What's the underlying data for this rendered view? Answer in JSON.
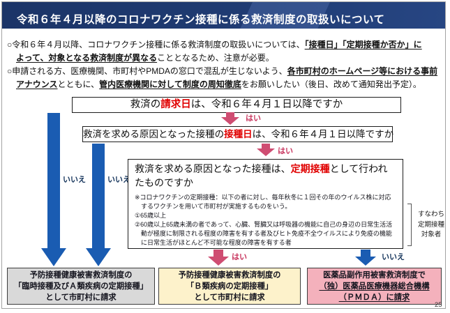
{
  "header": {
    "title": "令和６年４月以降のコロナワクチン接種に係る救済制度の取扱いについて"
  },
  "intro": {
    "p1_l1_a": "○令和６年４月以降、コロナワクチン接種に係る救済制度の取扱いについては、",
    "p1_l1_b": "「接種日」「定期接種か否か」に",
    "p1_l2_a": "よって、対象となる救済制度が異なる",
    "p1_l2_b": "こととなるため、注意が必要。",
    "p2_l1_a": "○申請される方、医療機関、市町村やPMDAの窓口で混乱が生じないよう、",
    "p2_l1_b": "各市町村のホームページ等における事前",
    "p2_l2_a": "アナウンス",
    "p2_l2_b": "とともに、",
    "p2_l2_c": "管内医療機関に対して制度の周知徹底",
    "p2_l2_d": "をお願いしたい（後日、改めて通知発出予定）。"
  },
  "flow": {
    "q1": {
      "a": "救済の",
      "em": "請求日",
      "b": "は、令和６年４月１日以降ですか"
    },
    "q2": {
      "a": "救済を求める原因となった接種の",
      "em": "接種日",
      "b": "は、令和６年４月１日以降ですか"
    },
    "q3": {
      "a": "救済を求める原因となった接種は、",
      "em": "定期接種",
      "b": "として行われたものですか"
    },
    "q3_notes": [
      "※コロナワクチンの定期接種：以下の者に対し、毎年秋冬に１回その年のウイルス株に対応するワクチンを用いて市町村が実施するものをいう。",
      "①65歳以上",
      "②60歳以上65歳未満の者であって、心臓、腎臓又は呼吸器の機能に自己の身辺の日常生活活動が極度に制限される程度の障害を有する者及びヒト免疫不全ウイルスにより免疫の機能に日常生活がほとんど不可能な程度の障害を有する者"
    ],
    "yes_label": "はい",
    "no_label": "いいえ",
    "side_note": {
      "l1": "すなわち",
      "l2": "定期接種",
      "l3": "対象者"
    }
  },
  "outcomes": [
    {
      "l1": "予防接種健康被害救済制度の",
      "l2": "「臨時接種及びＡ類疾病の定期接種」",
      "l3": "として市町村に請求"
    },
    {
      "l1": "予防接種健康被害救済制度の",
      "l2": "「Ｂ類疾病の定期接種」",
      "l3": "として市町村に請求"
    },
    {
      "l1": "医薬品副作用被害救済制度で",
      "l2": "（独）医薬品医療機器総合機構",
      "l3": "（ＰＭＤＡ）に請求"
    }
  ],
  "page_number": "25",
  "colors": {
    "banner_navy": "#1e3a74",
    "accent_red": "#e00000",
    "yes_pink": "#cf4d72",
    "no_blue": "#1a5cb2",
    "outcome_gray": "#d9d9d9",
    "outcome_yellow": "#fdf2cb",
    "outcome_pink": "#f4b1bc"
  }
}
